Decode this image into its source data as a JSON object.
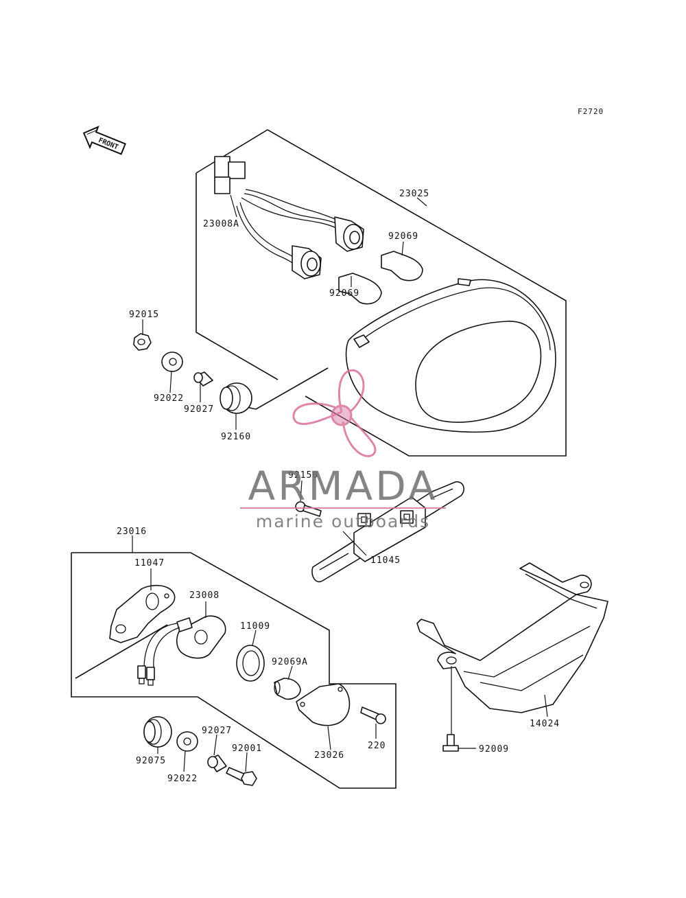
{
  "figure_code": "F2720",
  "front_arrow": {
    "label": "FRONT",
    "icon": "front-arrow-icon"
  },
  "watermark": {
    "brand": "ARMADA",
    "tagline": "marine outboards",
    "icon": "propeller-logo-icon",
    "colors": {
      "logo": "#d9719a",
      "text": "#6f6f6f",
      "rule": "#d9719a"
    }
  },
  "parts": {
    "p23025": "23025",
    "p23008A": "23008A",
    "p92069_a": "92069",
    "p92069_b": "92069",
    "p92015": "92015",
    "p92022_a": "92022",
    "p92027_a": "92027",
    "p92160": "92160",
    "p92150": "92150",
    "p11045": "11045",
    "p23016": "23016",
    "p11047": "11047",
    "p23008": "23008",
    "p11009": "11009",
    "p92069A": "92069A",
    "p220": "220",
    "p23026": "23026",
    "p92075": "92075",
    "p92022_b": "92022",
    "p92027_b": "92027",
    "p92001": "92001",
    "p14024": "14024",
    "p92009": "92009"
  }
}
